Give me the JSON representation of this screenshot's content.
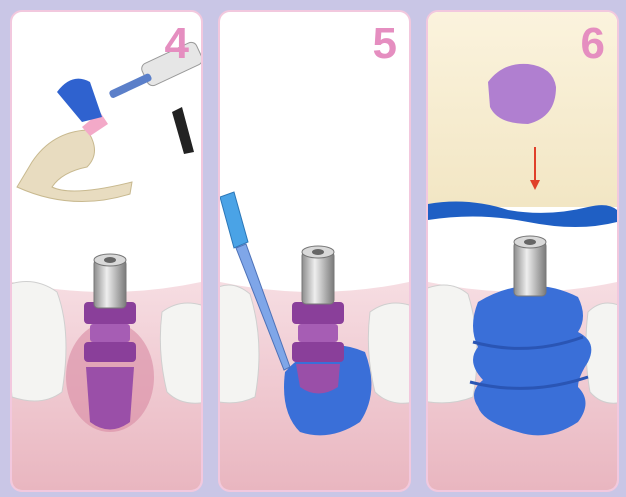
{
  "panels": [
    {
      "step": "4",
      "icon": "impression-tray-and-syringe-illustration"
    },
    {
      "step": "5",
      "icon": "syringe-injecting-material-illustration"
    },
    {
      "step": "6",
      "icon": "impression-removal-illustration"
    }
  ],
  "colors": {
    "background": "#c9c6e6",
    "panel_border": "#f2c8de",
    "step_number": "#e58ec0",
    "gum": "#f2cbd3",
    "impression_blue": "#3a6fd8",
    "transfer_purple": "#9a4fa8",
    "arrow_red": "#e0402a"
  }
}
